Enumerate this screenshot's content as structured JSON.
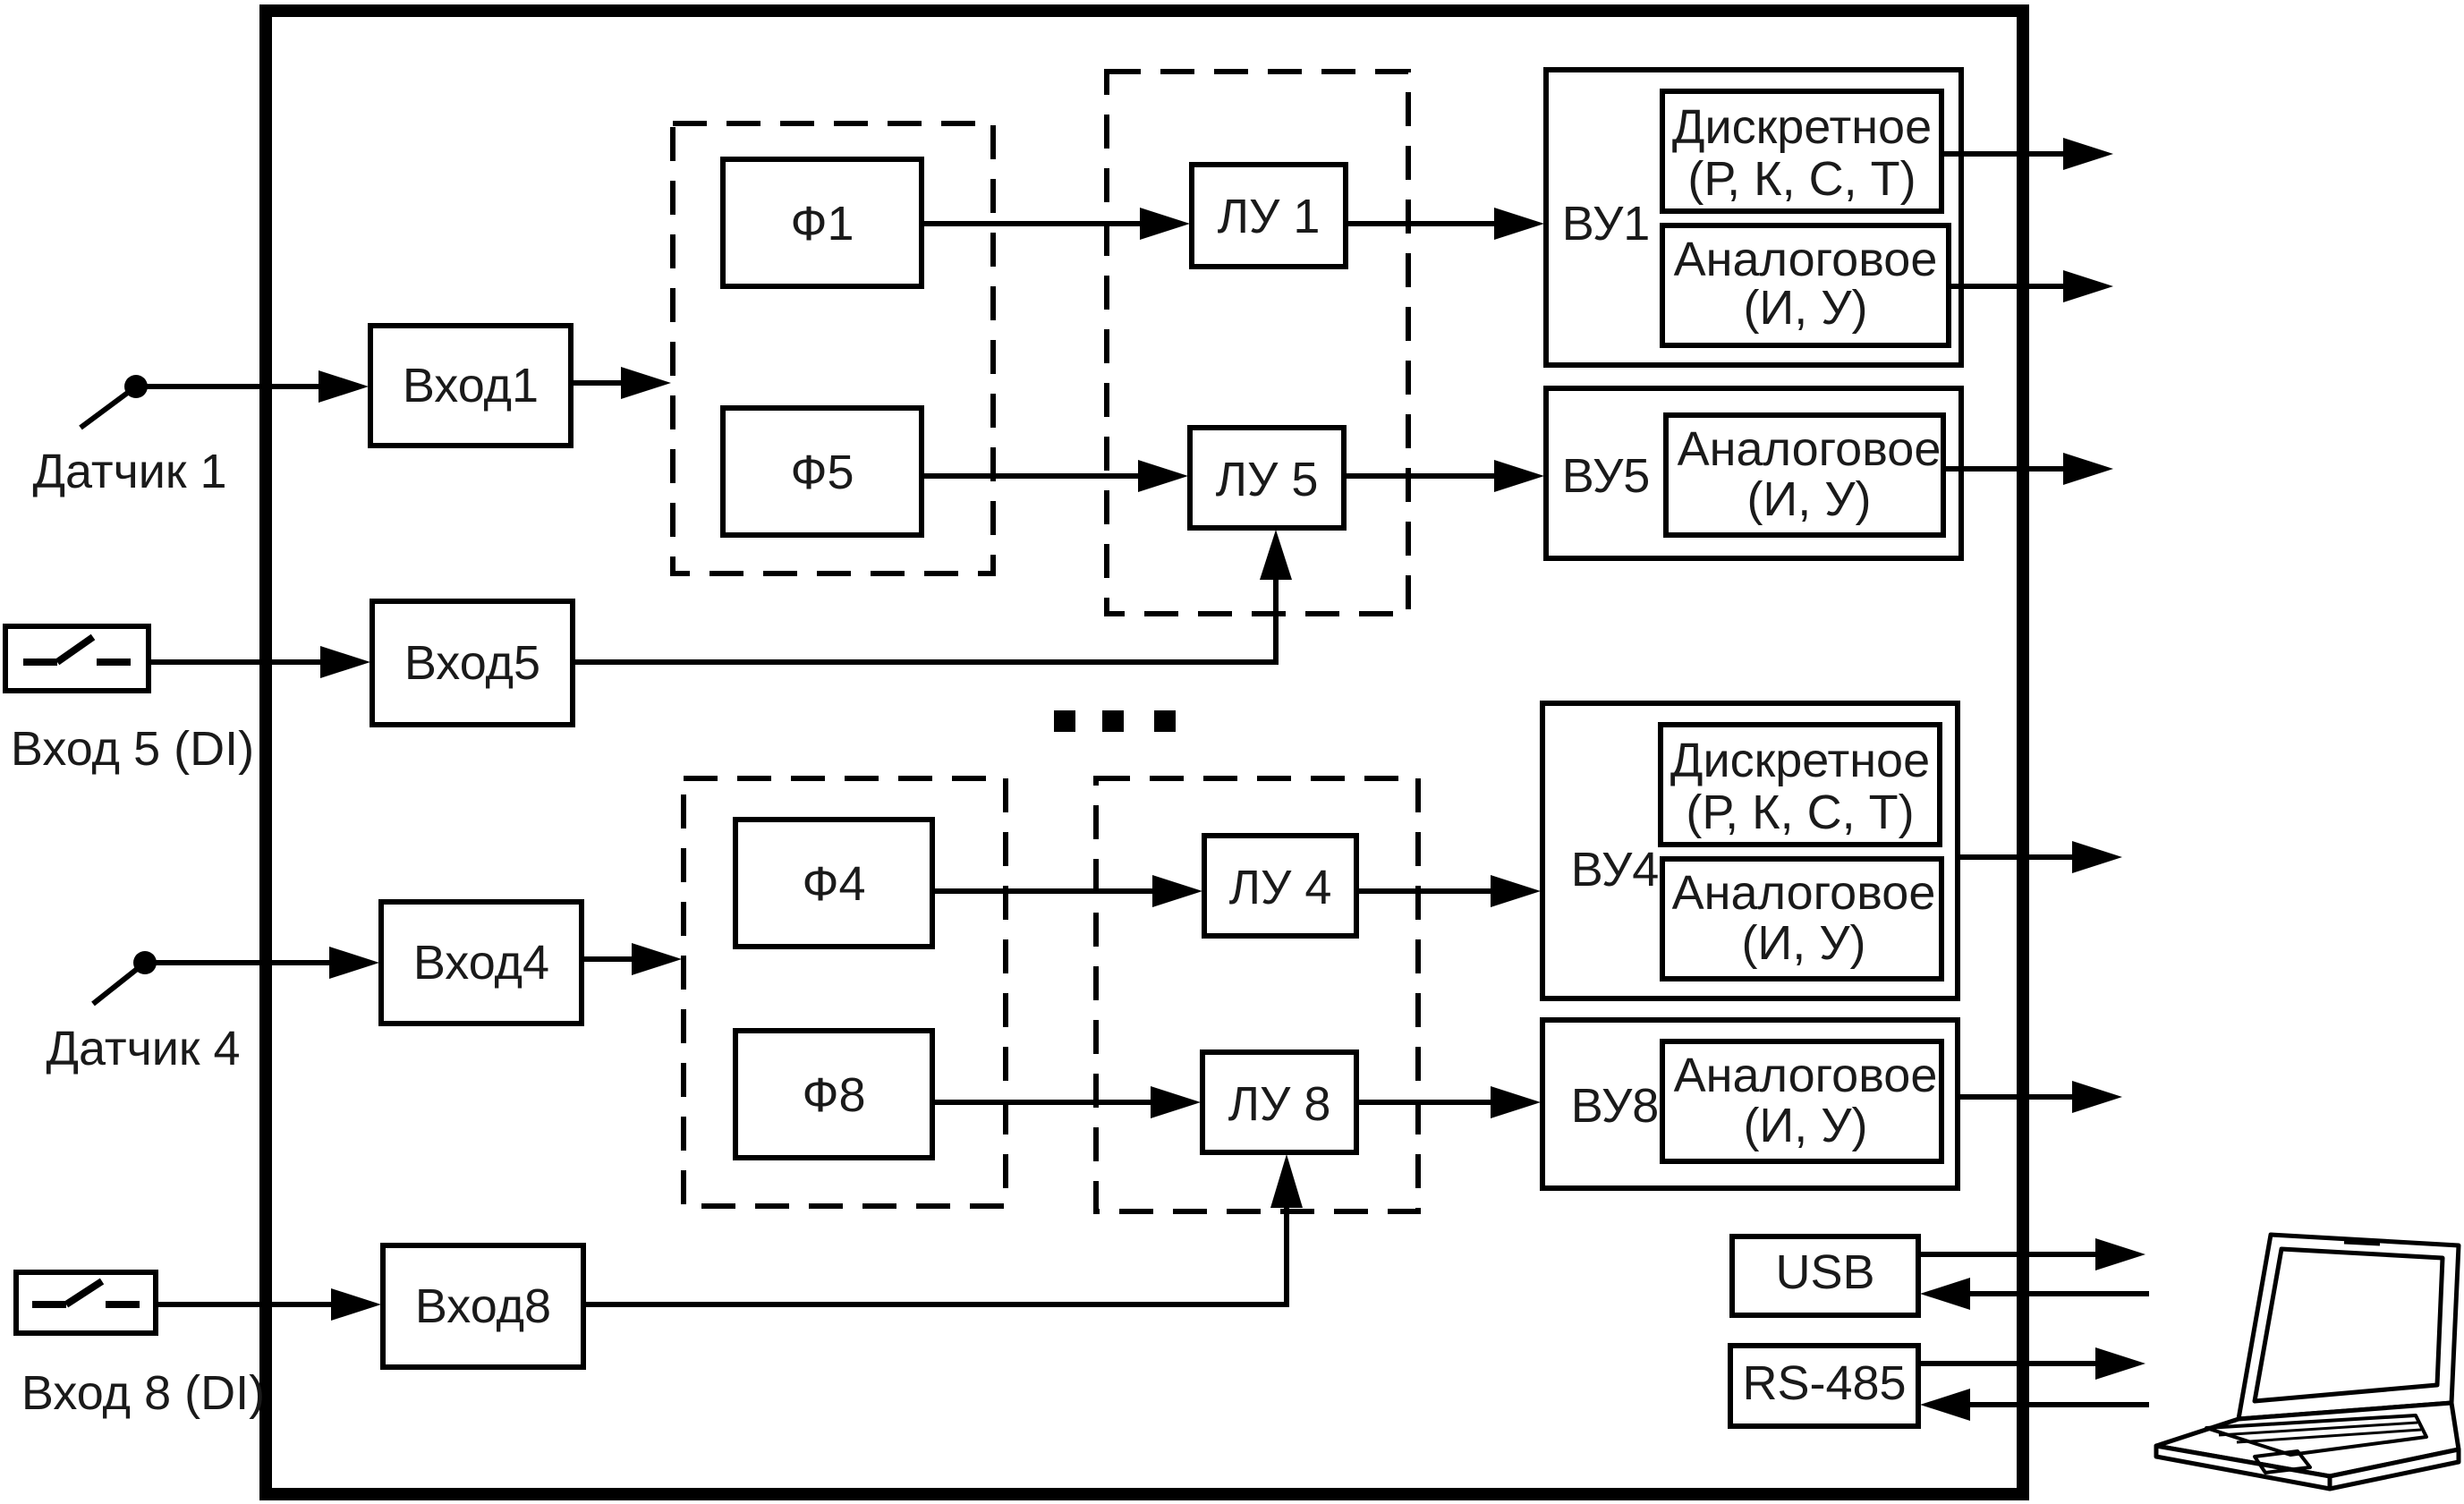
{
  "sensors": {
    "sensor1": "Датчик 1",
    "di5": "Вход 5 (DI)",
    "sensor4": "Датчик 4",
    "di8": "Вход 8 (DI)"
  },
  "inputs": {
    "in1": "Вход1",
    "in5": "Вход5",
    "in4": "Вход4",
    "in8": "Вход8"
  },
  "filters": {
    "f1": "Ф1",
    "f5": "Ф5",
    "f4": "Ф4",
    "f8": "Ф8"
  },
  "logic": {
    "lu1": "ЛУ 1",
    "lu5": "ЛУ 5",
    "lu4": "ЛУ 4",
    "lu8": "ЛУ 8"
  },
  "outputs": {
    "vu1": "ВУ1",
    "vu5": "ВУ5",
    "vu4": "ВУ4",
    "vu8": "ВУ8",
    "discrete_line1": "Дискретное",
    "discrete_line2": "(Р, К, С, Т)",
    "analog_line1": "Аналоговое",
    "analog_line2": "(И, У)"
  },
  "interfaces": {
    "usb": "USB",
    "rs485": "RS-485"
  }
}
